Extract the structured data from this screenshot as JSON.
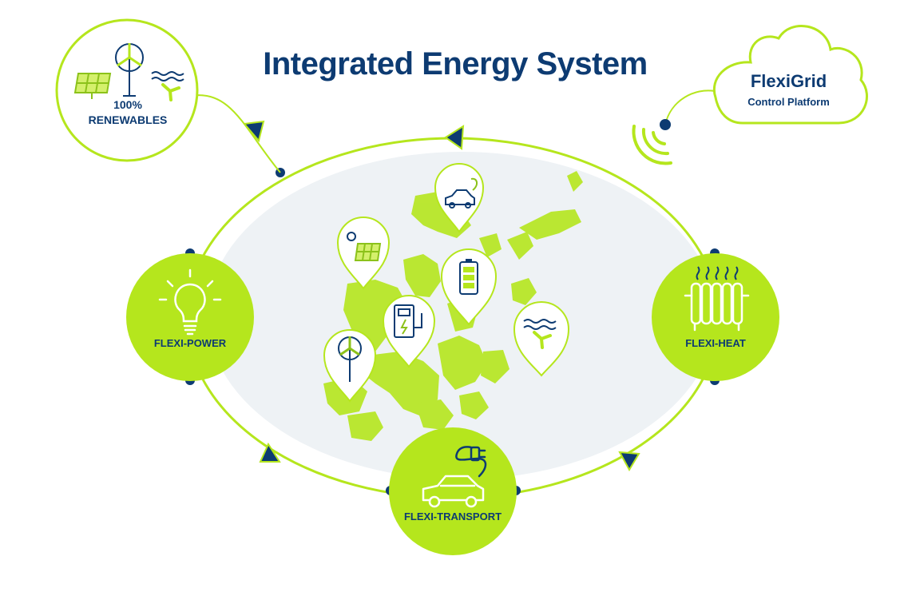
{
  "title": "Integrated Energy System",
  "platform": {
    "name": "FlexiGrid",
    "subtitle": "Control Platform"
  },
  "renewables": {
    "percent": "100%",
    "label": "RENEWABLES"
  },
  "hubs": {
    "power": "FLEXI-POWER",
    "heat": "FLEXI-HEAT",
    "transport": "FLEXI-TRANSPORT"
  },
  "map_pins": [
    "ev-car",
    "solar-panel",
    "battery",
    "charging-station",
    "wind-turbine",
    "tidal-energy"
  ],
  "colors": {
    "accent": "#b5e61d",
    "accent_dark": "#8cc21a",
    "navy": "#0d3b72",
    "map_background": "#eef2f5"
  }
}
